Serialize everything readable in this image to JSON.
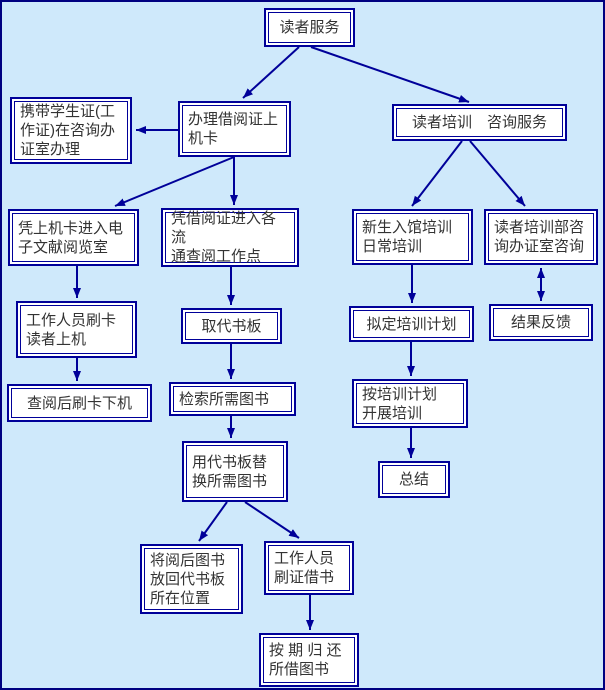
{
  "page": {
    "bg_color": "#cfe9fb",
    "page_border_color": "#000080",
    "box_border_color": "#000099",
    "box_fill_color": "#ffffff",
    "text_color": "#333333",
    "arrow_color": "#000099"
  },
  "nodes": {
    "reader_service": {
      "label": "读者服务"
    },
    "take_card": {
      "label": "携带学生证(工\n作证)在咨询办\n证室办理"
    },
    "handle_card": {
      "label": "办理借阅证上\n机卡"
    },
    "training_service": {
      "label": "读者培训　咨询服务"
    },
    "ecard_room": {
      "label": "凭上机卡进入电\n子文献阅览室"
    },
    "work_points": {
      "label": "凭借阅证进入各流\n通查阅工作点"
    },
    "newbie_training": {
      "label": "新生入馆培训\n日常培训"
    },
    "training_dept": {
      "label": "读者培训部咨\n询办证室咨询"
    },
    "staff_swipe_on": {
      "label": "工作人员刷卡\n读者上机"
    },
    "take_plate": {
      "label": "取代书板"
    },
    "make_plan": {
      "label": "拟定培训计划"
    },
    "feedback": {
      "label": "结果反馈"
    },
    "swipe_off": {
      "label": "查阅后刷卡下机"
    },
    "search_books": {
      "label": "检索所需图书"
    },
    "carry_training": {
      "label": "按培训计划\n开展培训"
    },
    "replace_books": {
      "label": "用代书板替\n换所需图书"
    },
    "summary": {
      "label": "总结"
    },
    "return_place": {
      "label": "将阅后图书\n放回代书板\n所在位置"
    },
    "staff_borrow": {
      "label": "工作人员\n刷证借书"
    },
    "return_on_time": {
      "label": "按 期 归 还\n所借图书"
    }
  },
  "edges": [
    {
      "from": "reader_service",
      "to": "handle_card"
    },
    {
      "from": "reader_service",
      "to": "training_service"
    },
    {
      "from": "handle_card",
      "to": "take_card"
    },
    {
      "from": "handle_card",
      "to": "ecard_room"
    },
    {
      "from": "handle_card",
      "to": "work_points"
    },
    {
      "from": "training_service",
      "to": "newbie_training"
    },
    {
      "from": "training_service",
      "to": "training_dept"
    },
    {
      "from": "ecard_room",
      "to": "staff_swipe_on"
    },
    {
      "from": "staff_swipe_on",
      "to": "swipe_off"
    },
    {
      "from": "work_points",
      "to": "take_plate"
    },
    {
      "from": "take_plate",
      "to": "search_books"
    },
    {
      "from": "search_books",
      "to": "replace_books"
    },
    {
      "from": "replace_books",
      "to": "return_place"
    },
    {
      "from": "replace_books",
      "to": "staff_borrow"
    },
    {
      "from": "staff_borrow",
      "to": "return_on_time"
    },
    {
      "from": "newbie_training",
      "to": "make_plan"
    },
    {
      "from": "make_plan",
      "to": "carry_training"
    },
    {
      "from": "carry_training",
      "to": "summary"
    },
    {
      "from": "training_dept",
      "to": "feedback",
      "bidirectional": true
    }
  ]
}
